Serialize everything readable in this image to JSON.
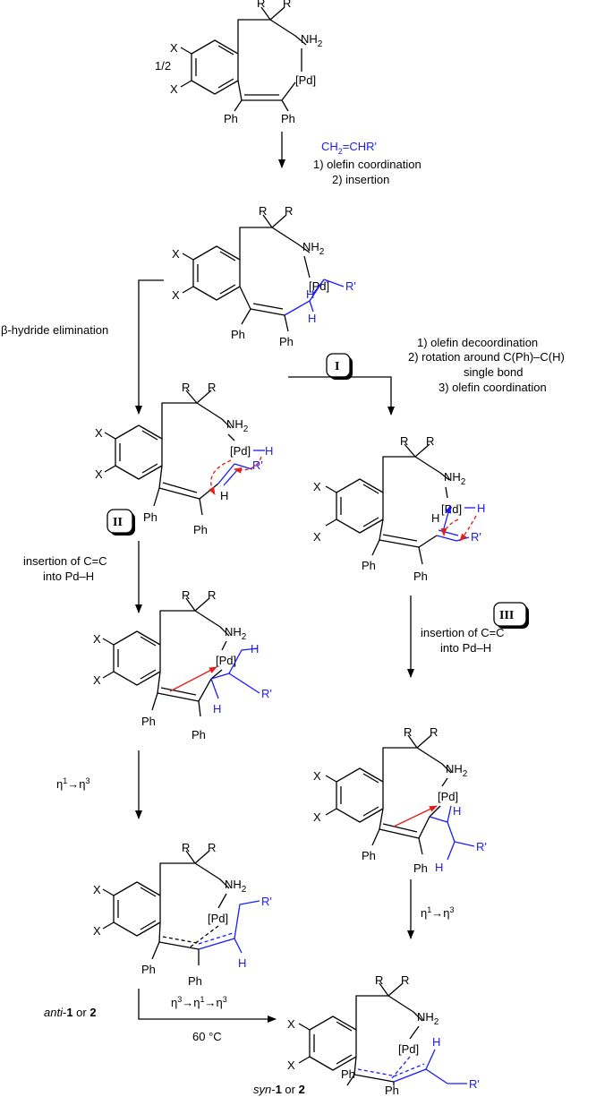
{
  "atoms": {
    "X": "X",
    "R": "R",
    "NH": "NH",
    "two": "2",
    "Pd": "[Pd]",
    "Ph": "Ph",
    "H": "H",
    "Rp": "R'",
    "half": "1/2"
  },
  "reagent": {
    "main": "CH",
    "sub": "2",
    "rest": "=CHR'"
  },
  "steps": {
    "s1_line1": "1) olefin coordination",
    "s1_line2": "2) insertion",
    "beta": "β-hydride elimination",
    "rot_line1": "1) olefin decoordination",
    "rot_line2": "2) rotation around C(Ph)–C(H)",
    "rot_line3": "single bond",
    "rot_line4": "3) olefin coordination",
    "ins_line1": "insertion of C=C",
    "ins_line2": "into Pd–H",
    "eta": {
      "a": "η",
      "a_sup": "1",
      "arrow": "→",
      "b": "η",
      "b_sup": "3"
    },
    "eta_long": {
      "a": "η",
      "a_sup": "3",
      "arr1": "→",
      "b": "η",
      "b_sup": "1",
      "arr2": "→",
      "c": "η",
      "c_sup": "3"
    },
    "temp": "60 °C"
  },
  "labels": {
    "I": "I",
    "II": "II",
    "III": "III",
    "anti_prefix": "anti",
    "syn_prefix": "syn",
    "one": "1",
    "or": " or ",
    "two": "2",
    "dash": "-"
  }
}
